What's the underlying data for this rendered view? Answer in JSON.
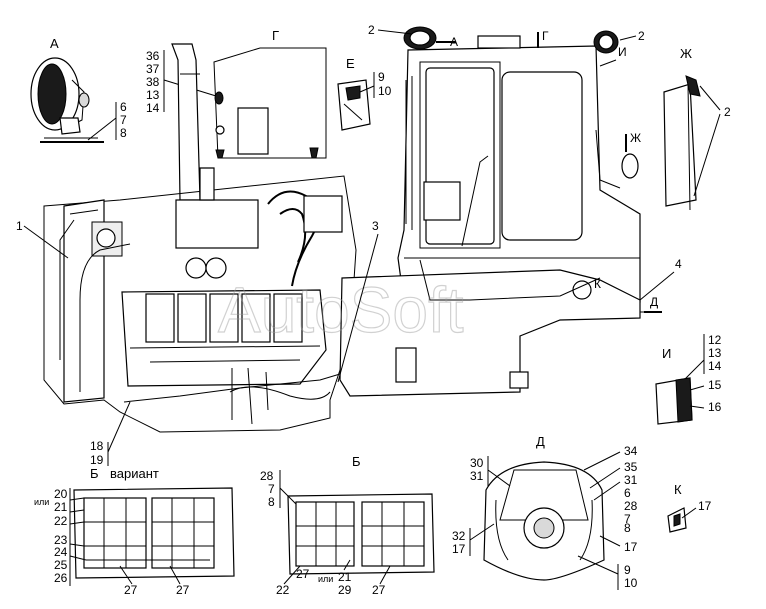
{
  "watermark": "AutoSoft",
  "view_labels": {
    "A_top": "А",
    "G_top": "Г",
    "E_top": "Е",
    "Zh_right": "Ж",
    "I_right": "И",
    "K_right": "К",
    "D_bottom": "Д",
    "K_bottom": "К",
    "B_variant_prefix": "Б",
    "B_variant_word": "вариант",
    "B_bottom": "Б"
  },
  "arrow_labels": {
    "A": "А",
    "G": "Г",
    "I": "И",
    "Zh": "Ж",
    "K": "К",
    "D": "Д"
  },
  "callouts": {
    "one": "1",
    "two_top": "2",
    "two_right": "2",
    "two_zh": "2",
    "three": "3",
    "four": "4",
    "six": "6",
    "seven": "7",
    "eight": "8",
    "g36": "36",
    "g37": "37",
    "g38": "38",
    "g13": "13",
    "g14": "14",
    "e9": "9",
    "e10": "10",
    "i12": "12",
    "i13": "13",
    "i14": "14",
    "i15": "15",
    "i16": "16",
    "n18": "18",
    "n19": "19",
    "bv_ili": "или",
    "bv20": "20",
    "bv21": "21",
    "bv22": "22",
    "bv23": "23",
    "bv24": "24",
    "bv25": "25",
    "bv26": "26",
    "bv27a": "27",
    "bv27b": "27",
    "b28": "28",
    "b7": "7",
    "b8": "8",
    "b22": "22",
    "b27a": "27",
    "b_ili": "или",
    "b21": "21",
    "b29": "29",
    "b27b": "27",
    "d30": "30",
    "d31": "31",
    "d34": "34",
    "d35": "35",
    "d31b": "31",
    "d6": "6",
    "d28": "28",
    "d7": "7",
    "d8": "8",
    "d32": "32",
    "d17a": "17",
    "d17b": "17",
    "d9": "9",
    "d10": "10",
    "k17": "17"
  }
}
